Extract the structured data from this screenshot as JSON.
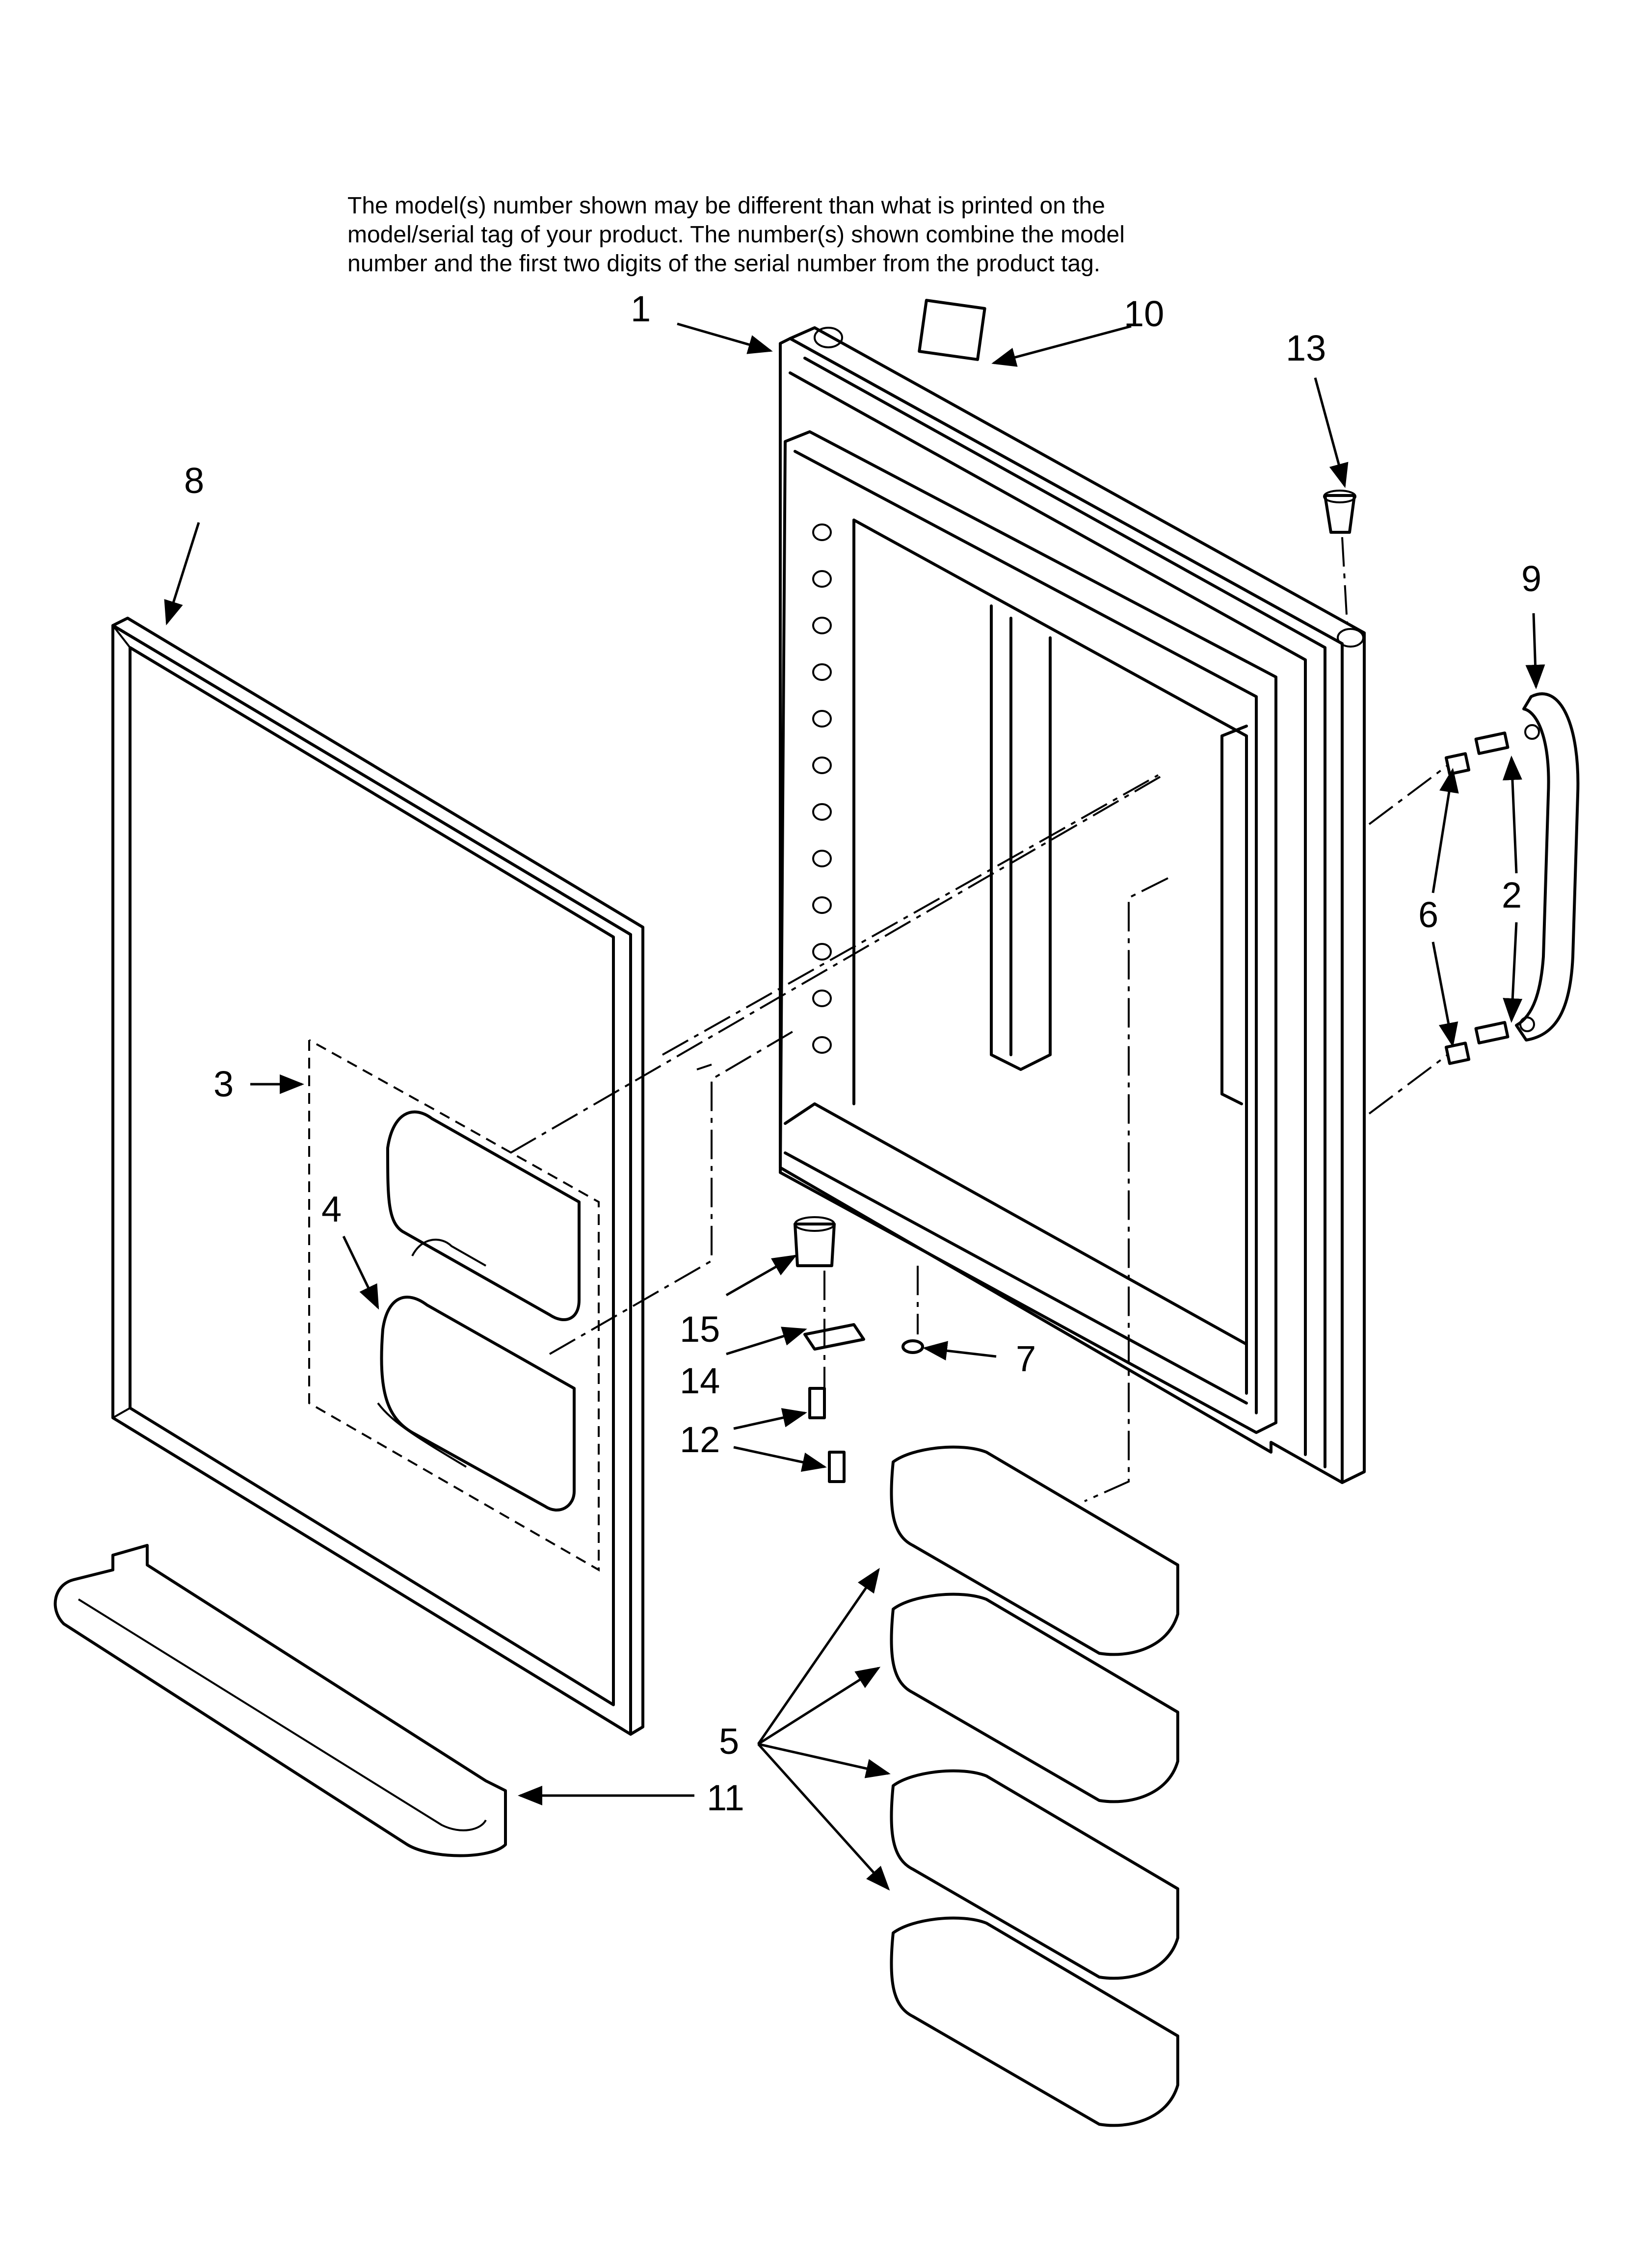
{
  "note": {
    "lines": [
      "The model(s) number shown may be different than what is printed on the",
      "model/serial tag of your product. The number(s) shown combine the model",
      "number and the first two digits of the serial number from the product tag."
    ]
  },
  "callouts": {
    "c1": "1",
    "c2": "2",
    "c3": "3",
    "c4": "4",
    "c5": "5",
    "c6": "6",
    "c7": "7",
    "c8": "8",
    "c9": "9",
    "c10": "10",
    "c11": "11",
    "c12": "12",
    "c13": "13",
    "c14": "14",
    "c15": "15"
  }
}
